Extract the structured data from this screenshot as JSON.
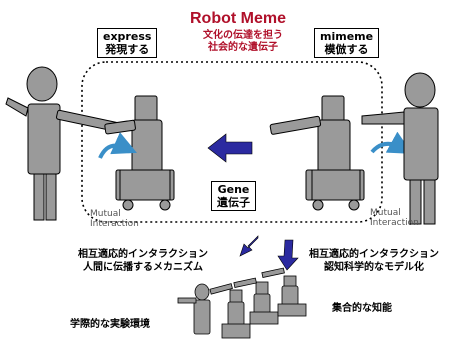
{
  "title": "Robot Meme",
  "subtitle": [
    "文化の伝達を担う",
    "社会的な遺伝子"
  ],
  "express_box": [
    "express",
    "発現する"
  ],
  "mimeme_box": [
    "mimeme",
    "模倣する"
  ],
  "gene_box": [
    "Gene",
    "遺伝子"
  ],
  "left_mutual": [
    "Mutual",
    "Interaction"
  ],
  "right_mutual": [
    "Mutual",
    "Interaction"
  ],
  "left_caption": [
    "相互適応的インタラクション",
    "人間に伝播するメカニズム"
  ],
  "right_caption": [
    "相互適応的インタラクション",
    "認知科学的なモデル化"
  ],
  "bottom_left": "学際的な実験環境",
  "bottom_right": "集合的な知能",
  "colors": {
    "title": "#b0102a",
    "arrow": "#2b2aa0",
    "rotation": "#3a8fc8",
    "figure": "#9a9a9a"
  }
}
